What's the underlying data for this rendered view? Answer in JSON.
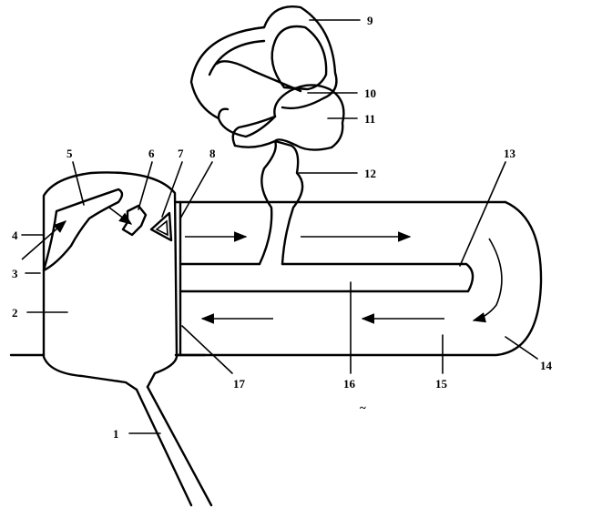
{
  "labels": {
    "l1": "1",
    "l2": "2",
    "l3": "3",
    "l4": "4",
    "l5": "5",
    "l6": "6",
    "l7": "7",
    "l8": "8",
    "l9": "9",
    "l10": "10",
    "l11": "11",
    "l12": "12",
    "l13": "13",
    "l14": "14",
    "l15": "15",
    "l16": "16",
    "l17": "17",
    "tilde": "~"
  }
}
